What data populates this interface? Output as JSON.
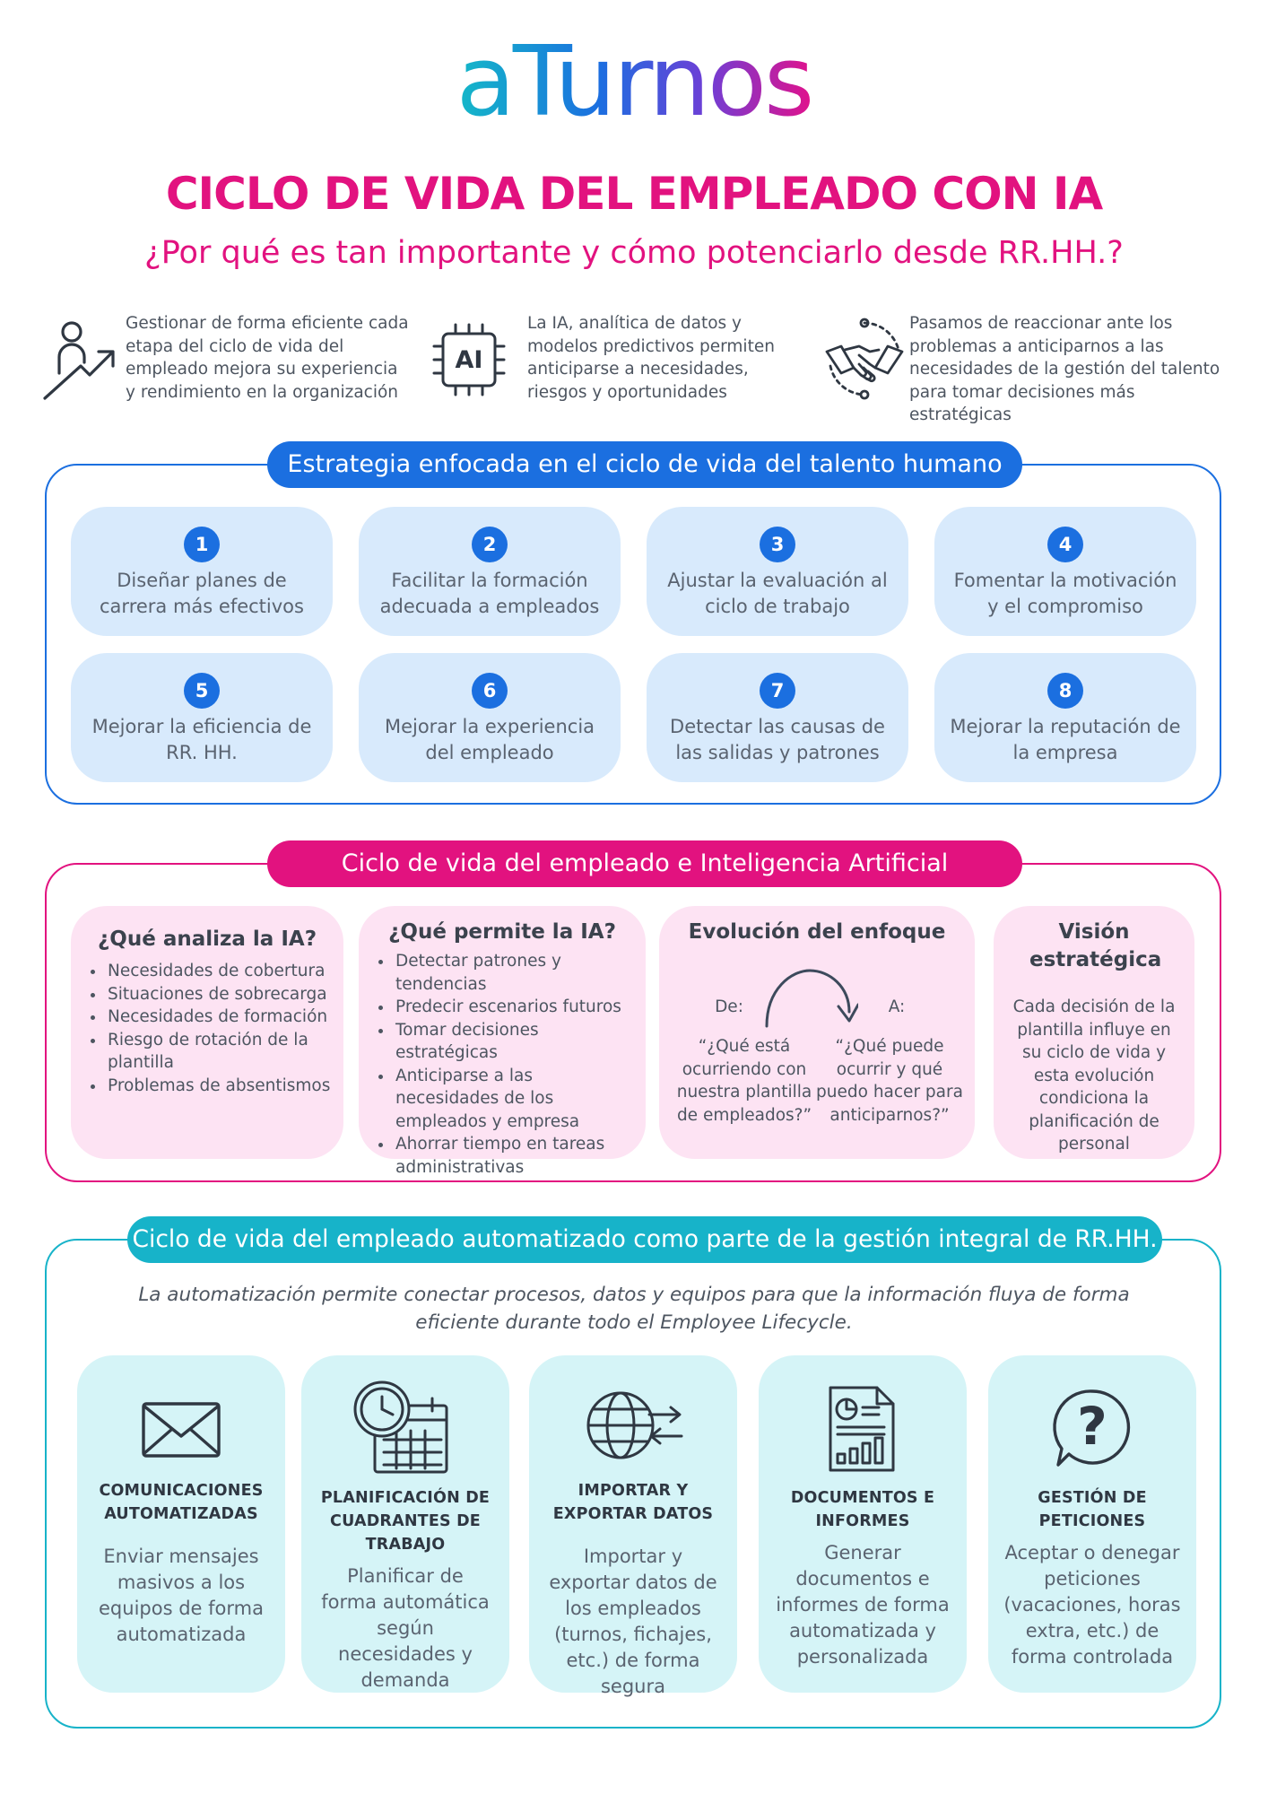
{
  "brand": {
    "logo": "aTurnos"
  },
  "header": {
    "title": "CICLO DE VIDA DEL EMPLEADO CON IA",
    "subtitle": "¿Por qué es tan importante y cómo potenciarlo desde RR.HH.?"
  },
  "intro": [
    {
      "icon": "person-growth-icon",
      "text": "Gestionar de forma eficiente cada etapa del ciclo de vida del empleado mejora su experiencia y rendimiento en la organización"
    },
    {
      "icon": "ai-chip-icon",
      "chip_label": "AI",
      "text": "La IA, analítica de datos y modelos predictivos permiten anticiparse a necesidades, riesgos y oportunidades"
    },
    {
      "icon": "handshake-icon",
      "text": "Pasamos de reaccionar ante los problemas a anticiparnos a las necesidades de la gestión del talento para tomar decisiones más estratégicas"
    }
  ],
  "section1": {
    "title": "Estrategia enfocada en el ciclo de vida del talento humano",
    "color": "#1b6fe0",
    "items": [
      {
        "number": "1",
        "text": "Diseñar planes de carrera más efectivos"
      },
      {
        "number": "2",
        "text": "Facilitar la formación adecuada a empleados"
      },
      {
        "number": "3",
        "text": "Ajustar la evaluación al ciclo de trabajo"
      },
      {
        "number": "4",
        "text": "Fomentar la motivación y el compromiso"
      },
      {
        "number": "5",
        "text": "Mejorar la eficiencia de RR. HH."
      },
      {
        "number": "6",
        "text": "Mejorar la experiencia del empleado"
      },
      {
        "number": "7",
        "text": "Detectar las causas de las salidas y patrones"
      },
      {
        "number": "8",
        "text": "Mejorar la reputación de la empresa"
      }
    ]
  },
  "section2": {
    "title": "Ciclo de vida del empleado e Inteligencia Artificial",
    "color": "#e2127f",
    "analiza": {
      "heading": "¿Qué analiza la IA?",
      "items": [
        "Necesidades de cobertura",
        "Situaciones de sobrecarga",
        "Necesidades de formación",
        "Riesgo de rotación de la plantilla",
        "Problemas de absentismos"
      ]
    },
    "permite": {
      "heading": "¿Qué permite la IA?",
      "items": [
        "Detectar patrones y tendencias",
        "Predecir escenarios futuros",
        "Tomar decisiones estratégicas",
        "Anticiparse a las necesidades de los empleados y empresa",
        "Ahorrar tiempo en tareas administrativas"
      ]
    },
    "evolucion": {
      "heading": "Evolución del enfoque",
      "from_label": "De:",
      "to_label": "A:",
      "from_text": "“¿Qué está ocurriendo con nuestra plantilla de empleados?”",
      "to_text": "“¿Qué puede ocurrir y qué puedo hacer para anticiparnos?”"
    },
    "vision": {
      "heading": "Visión estratégica",
      "text": "Cada decisión de la plantilla influye en su ciclo de vida y esta evolución condiciona la planificación de personal"
    }
  },
  "section3": {
    "title": "Ciclo de vida del empleado automatizado como parte de la gestión integral de RR.HH.",
    "color": "#17b3c9",
    "intro": "La automatización permite conectar procesos, datos y equipos para que la información fluya de forma eficiente durante todo el Employee Lifecycle.",
    "items": [
      {
        "icon": "envelope-icon",
        "heading": "COMUNICACIONES AUTOMATIZADAS",
        "text": "Enviar mensajes masivos a los equipos de forma automatizada"
      },
      {
        "icon": "clock-calendar-icon",
        "heading": "PLANIFICACIÓN DE CUADRANTES DE TRABAJO",
        "text": "Planificar de forma automática según necesidades y demanda"
      },
      {
        "icon": "globe-arrows-icon",
        "heading": "IMPORTAR Y EXPORTAR DATOS",
        "text": "Importar y exportar datos de los empleados (turnos, fichajes, etc.) de forma segura"
      },
      {
        "icon": "report-document-icon",
        "heading": "DOCUMENTOS E INFORMES",
        "text": "Generar documentos e informes de forma automatizada y personalizada"
      },
      {
        "icon": "question-bubble-icon",
        "heading": "GESTIÓN DE PETICIONES",
        "text": "Aceptar o denegar peticiones (vacaciones, horas extra, etc.) de forma controlada"
      }
    ]
  }
}
